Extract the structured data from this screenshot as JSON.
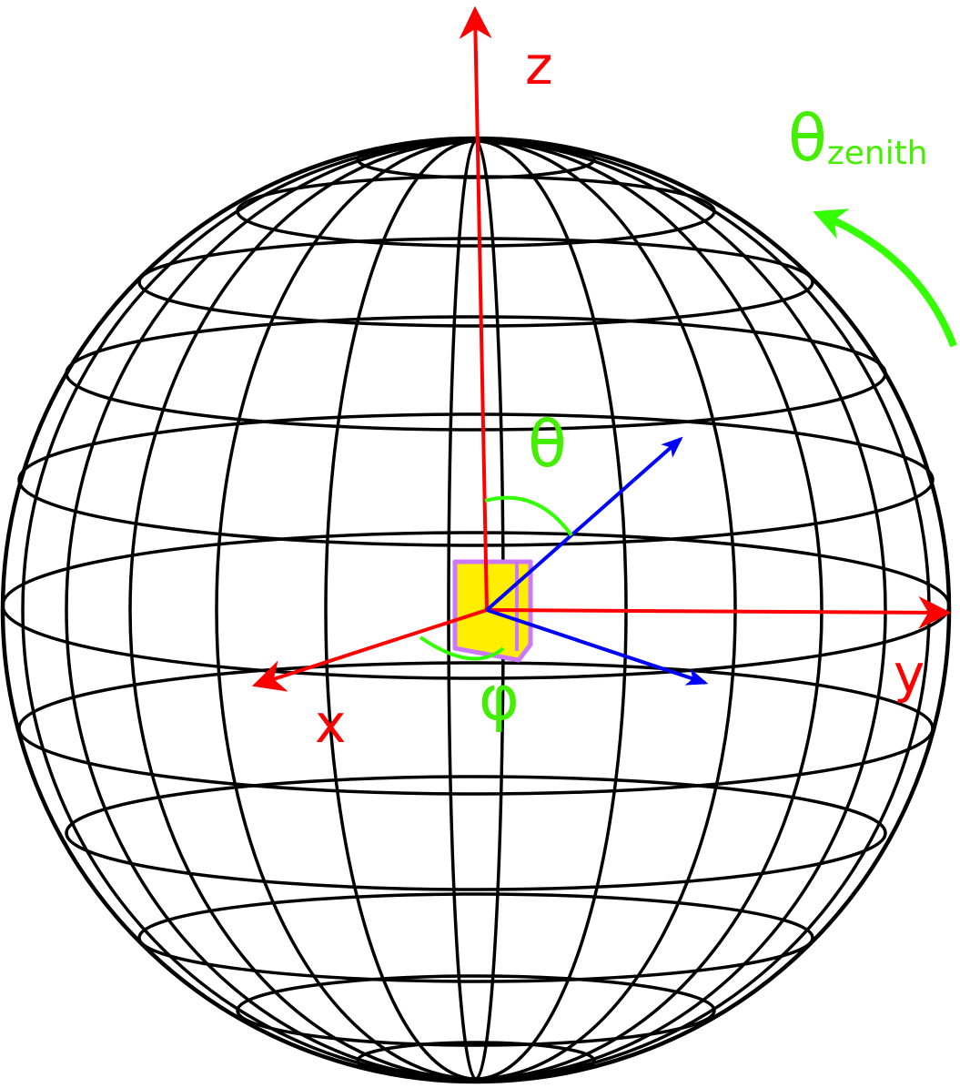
{
  "labels": {
    "z": "z",
    "x": "x",
    "y": "y",
    "theta": "θ",
    "phi": "φ",
    "theta_zenith_symbol": "θ",
    "theta_zenith_sub": "zenith"
  },
  "colors": {
    "axis": "#ff0000",
    "vector": "#0000ff",
    "angle": "#44ee00",
    "grid": "#000000",
    "detector_fill": "#ffee00",
    "detector_edge": "#cc77ff"
  }
}
